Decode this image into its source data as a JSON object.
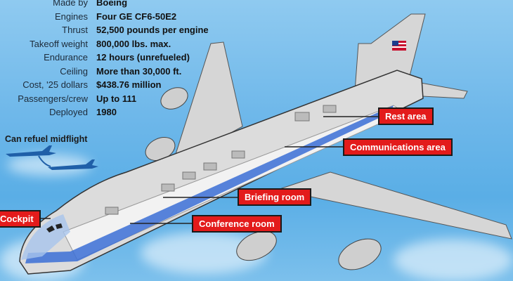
{
  "specs": [
    {
      "label": "Made by",
      "value": "Boeing"
    },
    {
      "label": "Engines",
      "value": "Four GE CF6-50E2"
    },
    {
      "label": "Thrust",
      "value": "52,500 pounds per engine"
    },
    {
      "label": "Takeoff weight",
      "value": "800,000 lbs. max."
    },
    {
      "label": "Endurance",
      "value": "12 hours (unrefueled)"
    },
    {
      "label": "Ceiling",
      "value": "More than 30,000 ft."
    },
    {
      "label": "Cost, '25 dollars",
      "value": "$438.76 million"
    },
    {
      "label": "Passengers/crew",
      "value": "Up to 111"
    },
    {
      "label": "Deployed",
      "value": "1980"
    }
  ],
  "refuel_note": "Can refuel midflight",
  "callouts": {
    "rest": "Rest area",
    "comms": "Communications area",
    "briefing": "Briefing room",
    "conference": "Conference room",
    "cockpit": "Cockpit"
  },
  "colors": {
    "label_red": "#e31b1b",
    "stripe_blue": "#3b6fd6",
    "fuselage": "#dcdcdc",
    "tanker_blue": "#1f5fa8"
  }
}
